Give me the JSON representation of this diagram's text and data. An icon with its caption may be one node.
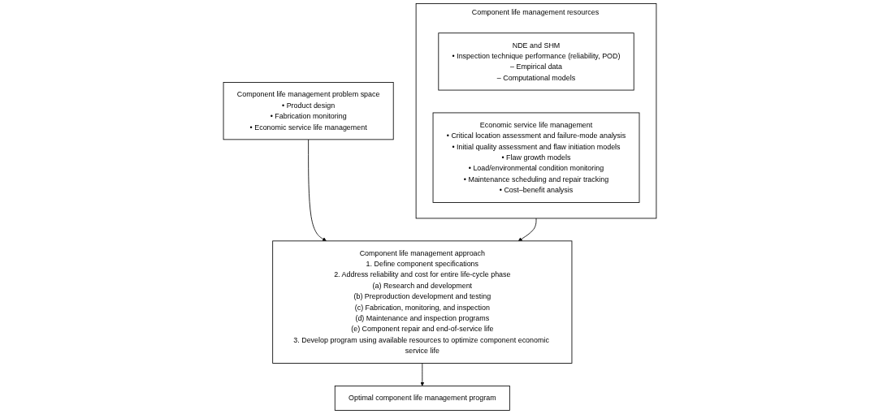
{
  "diagram": {
    "nodes": [
      {
        "text": [
          "Component life management resources"
        ]
      },
      {
        "text": [
          "NDE and SHM",
          "• Inspection technique performance (reliability, POD)",
          "– Empirical data",
          "– Computational models"
        ],
        "in": 0
      },
      {
        "text": [
          "Economic service life management",
          "• Critical location assessment and failure-mode analysis",
          "• Initial quality assessment and flaw initiation models",
          "• Flaw growth models",
          "• Load/environmental condition monitoring",
          "• Maintenance scheduling and repair tracking",
          "• Cost–benefit analysis"
        ],
        "in": 0
      },
      {
        "text": [
          "Component life management approach",
          "1. Define component specifications",
          "2. Address reliability and cost for entire life-cycle phase",
          "(a) Research and development",
          "(b) Preproduction development and testing",
          "(c) Fabrication, monitoring, and inspection",
          "(d) Maintenance and inspection programs",
          "(e) Component repair and end-of-service life",
          "3. Develop program using available resources to optimize component economic service life"
        ]
      },
      {
        "text": [
          "Component life management problem space",
          "• Product design",
          "• Fabrication monitoring",
          "• Economic service life management"
        ]
      },
      {
        "text": [
          "Optimal component life management program"
        ]
      }
    ],
    "edges": [
      {
        "from": 0,
        "to": 3,
        "arrow": "to"
      },
      {
        "from": 4,
        "to": 3,
        "arrow": "to"
      },
      {
        "from": 3,
        "to": 5,
        "arrow": "to"
      }
    ]
  }
}
